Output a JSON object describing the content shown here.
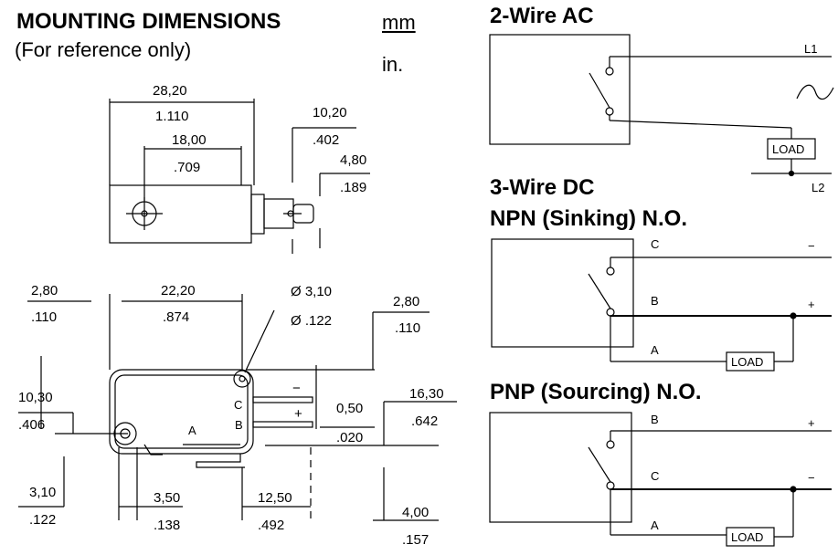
{
  "header": {
    "title": "MOUNTING DIMENSIONS",
    "subtitle": "(For reference only)",
    "unit_mm": "mm",
    "unit_in": "in."
  },
  "dimensions": {
    "w_28_20": "28,20",
    "w_1_110": "1.110",
    "w_18_00": "18,00",
    "w_709": ".709",
    "w_10_20": "10,20",
    "w_402": ".402",
    "w_4_80": "4,80",
    "w_189": ".189",
    "w_2_80_left": "2,80",
    "w_110_left": ".110",
    "w_22_20": "22,20",
    "w_874": ".874",
    "w_dia_3_10": "Ø 3,10",
    "w_dia_122": "Ø .122",
    "w_2_80_right": "2,80",
    "w_110_right": ".110",
    "w_10_30": "10,30",
    "w_406": ".406",
    "w_0_50": "0,50",
    "w_020": ".020",
    "w_16_30": "16,30",
    "w_642": ".642",
    "w_3_10": "3,10",
    "w_122": ".122",
    "w_3_50": "3,50",
    "w_138": ".138",
    "w_12_50": "12,50",
    "w_492": ".492",
    "w_4_00": "4,00",
    "w_157": ".157",
    "terminal_c": "C",
    "terminal_a": "A",
    "terminal_b": "B",
    "minus": "−",
    "plus": "+"
  },
  "wiring": {
    "ac_title": "2-Wire AC",
    "dc_title_line1": "3-Wire DC",
    "dc_title_line2": "NPN (Sinking) N.O.",
    "pnp_title": "PNP (Sourcing) N.O.",
    "l1": "L1",
    "l2": "L2",
    "load": "LOAD",
    "c": "C",
    "b": "B",
    "a": "A",
    "plus": "+",
    "minus": "−"
  }
}
